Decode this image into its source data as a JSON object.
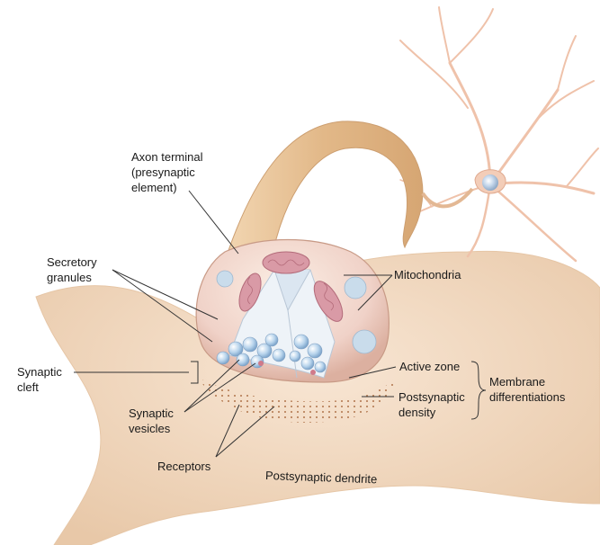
{
  "labels": {
    "axon_terminal": [
      "Axon terminal",
      "(presynaptic",
      "element)"
    ],
    "secretory_granules": [
      "Secretory",
      "granules"
    ],
    "mitochondria": "Mitochondria",
    "synaptic_cleft": [
      "Synaptic",
      "cleft"
    ],
    "active_zone": "Active zone",
    "postsynaptic_density": [
      "Postsynaptic",
      "density"
    ],
    "membrane_differentiations": [
      "Membrane",
      "differentiations"
    ],
    "synaptic_vesicles": [
      "Synaptic",
      "vesicles"
    ],
    "receptors": "Receptors",
    "postsynaptic_dendrite": "Postsynaptic dendrite"
  },
  "colors": {
    "dendrite": "#f3dcc4",
    "axon": "#e9c49a",
    "terminal_interior": "#eef3f8",
    "mitochondria": "#d99aa6",
    "vesicles": "#a9c9e6",
    "neuron": "#f0c8b4",
    "leader_lines": "#333333"
  }
}
